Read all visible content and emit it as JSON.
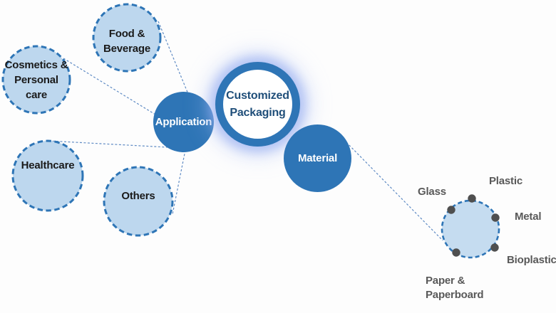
{
  "diagram": {
    "center": {
      "lines": [
        "Customized",
        "Packaging"
      ]
    },
    "hubs": {
      "application": {
        "label": "Application"
      },
      "material": {
        "label": "Material"
      }
    },
    "applications": {
      "food_beverage": {
        "lines": [
          "Food &",
          "Beverage"
        ]
      },
      "cosmetics": {
        "lines": [
          "Cosmetics &",
          "Personal",
          "care"
        ]
      },
      "healthcare": {
        "label": "Healthcare"
      },
      "others": {
        "label": "Others"
      }
    },
    "materials": {
      "glass": {
        "label": "Glass"
      },
      "plastic": {
        "label": "Plastic"
      },
      "metal": {
        "label": "Metal"
      },
      "bioplastic": {
        "label": "Bioplastic"
      },
      "paper_paperboard": {
        "lines": [
          "Paper &",
          "Paperboard"
        ]
      }
    },
    "colors": {
      "solid_blue": "#2E75B6",
      "light_blue_fill": "#BDD7EE",
      "dashed_border_blue": "#2E75B6",
      "center_ring_blue": "#2E75B6",
      "center_text_blue": "#1F4E79",
      "glow_blue": "#94ACF0",
      "connector_blue": "#4F7FBE",
      "material_label_gray": "#595959",
      "dot_gray": "#4F4F4F",
      "node_text_black": "#1A1A1A"
    }
  }
}
